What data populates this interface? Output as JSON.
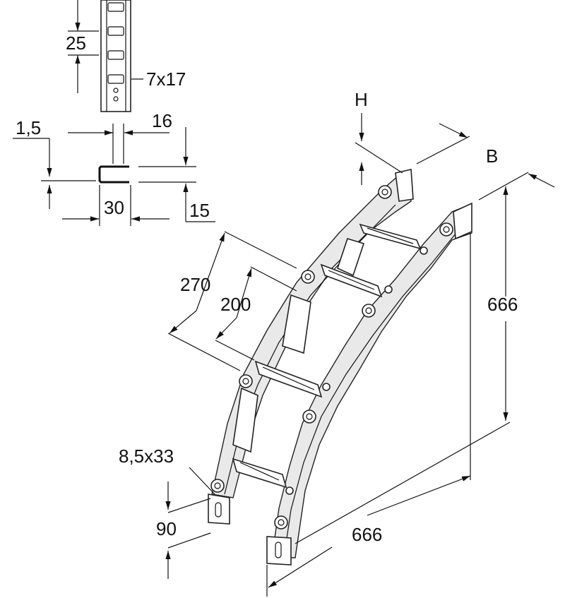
{
  "dimensions": {
    "slot_pitch": "25",
    "slot_size": "7x17",
    "wall_thickness": "1,5",
    "profile_depth": "16",
    "profile_width": "30",
    "profile_height": "15",
    "ladder_height_label": "H",
    "width_label": "B",
    "outer_width": "270",
    "inner_width": "200",
    "vertical_rise": "666",
    "horizontal_run": "666",
    "connector_slot": "8,5x33",
    "connector_length": "90"
  },
  "colors": {
    "line": "#111111",
    "fill": "#ffffff",
    "shade": "#e9e9e9"
  }
}
